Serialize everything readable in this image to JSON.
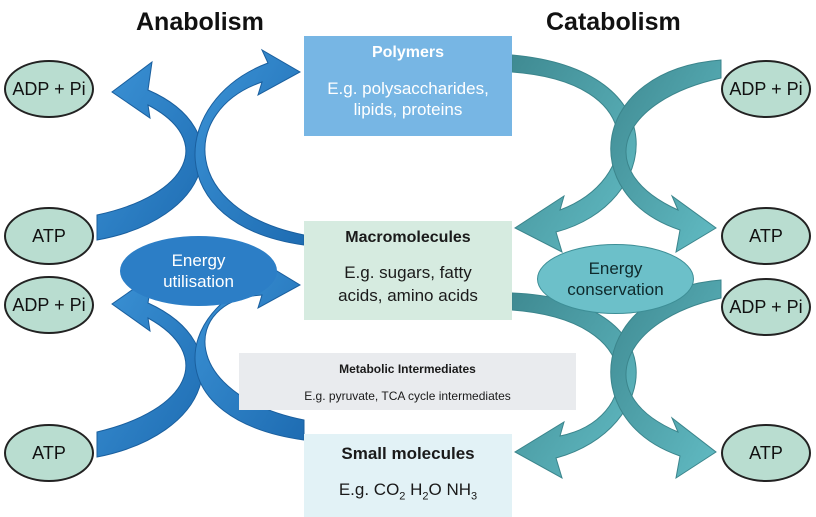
{
  "headings": {
    "left": "Anabolism",
    "right": "Catabolism"
  },
  "boxes": {
    "polymers": {
      "title": "Polymers",
      "line1": "E.g. polysaccharides,",
      "line2": "lipids, proteins"
    },
    "macromolecules": {
      "title": "Macromolecules",
      "line1": "E.g. sugars, fatty",
      "line2": "acids, amino acids"
    },
    "intermediates": {
      "title": "Metabolic Intermediates",
      "desc": "E.g. pyruvate, TCA cycle intermediates"
    },
    "small_molecules": {
      "title": "Small molecules",
      "prefix": "E.g. CO",
      "co2_sub": "2",
      "h2o_h": " H",
      "h2o_sub": "2",
      "h2o_o": "O NH",
      "nh3_sub": "3"
    }
  },
  "energy": {
    "utilisation": {
      "line1": "Energy",
      "line2": "utilisation"
    },
    "conservation": {
      "line1": "Energy",
      "line2": "conservation"
    }
  },
  "nodes": {
    "left_top_adp": "ADP + Pi",
    "left_top_atp": "ATP",
    "left_bottom_adp": "ADP + Pi",
    "left_bottom_atp": "ATP",
    "right_top_adp": "ADP + Pi",
    "right_top_atp": "ATP",
    "right_bottom_adp": "ADP + Pi",
    "right_bottom_atp": "ATP"
  },
  "colors": {
    "anabolism_dark": "#1e6cb2",
    "anabolism_light": "#3c93d6",
    "catabolism_dark": "#3f8a92",
    "catabolism_light": "#62bcc4",
    "oval_fill": "#b9ddd0"
  }
}
